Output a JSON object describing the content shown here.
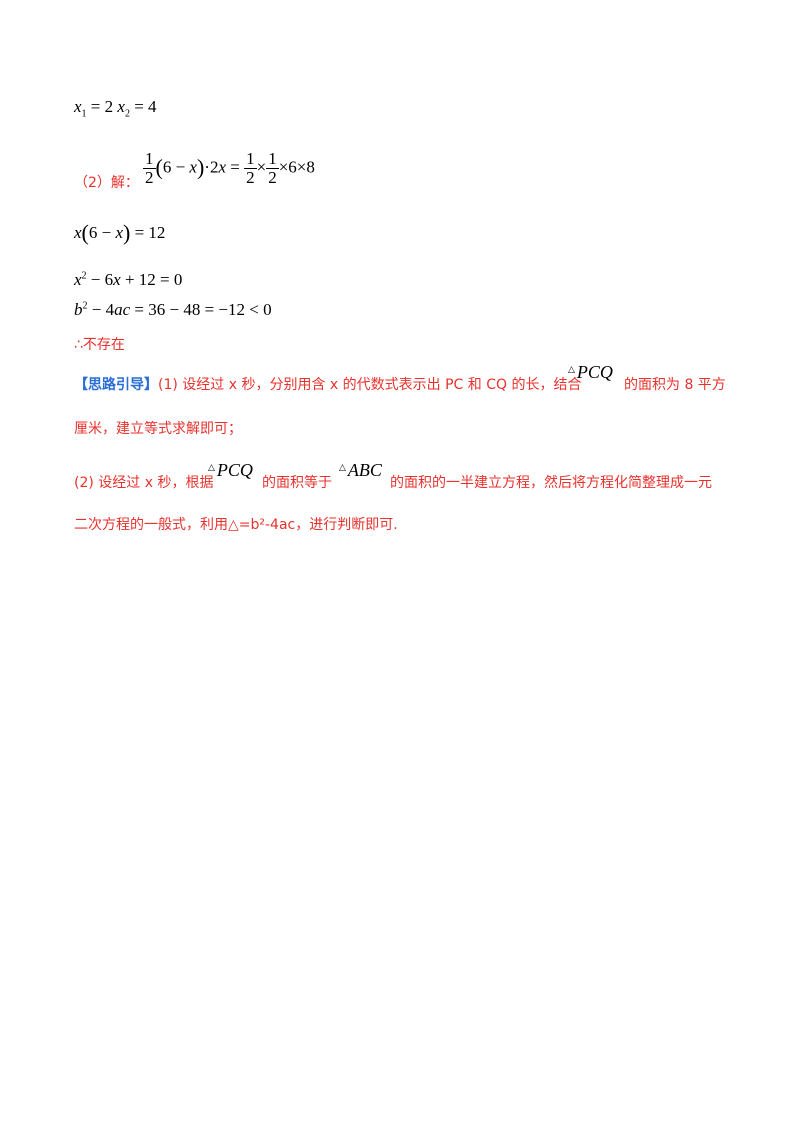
{
  "eq1": "x₁ = 2  x₂ = 4",
  "part2_label": "（2）解：",
  "eq_part2": "½(6−x)·2x = ½×½×6×8",
  "eq2": "x(6−x) = 12",
  "eq3": "x² − 6x + 12 = 0",
  "eq4": "b² − 4ac = 36 − 48 = −12 < 0",
  "conclusion": "∴不存在",
  "hint_label": "【思路引导】",
  "hint1_part1": "(1) 设经过 x 秒，分别用含 x 的代数式表示出 PC 和 CQ 的长，结合",
  "tri_pcq": "PCQ",
  "hint1_part2": "的面积为 8 平方",
  "hint1_line2": "厘米，建立等式求解即可；",
  "hint2_part1": "(2) 设经过 x 秒，根据",
  "hint2_part2": "的面积等于",
  "tri_abc": "ABC",
  "hint2_part3": "的面积的一半建立方程，然后将方程化简整理成一元",
  "hint2_line2": "二次方程的一般式，利用△=b²-4ac，进行判断即可."
}
